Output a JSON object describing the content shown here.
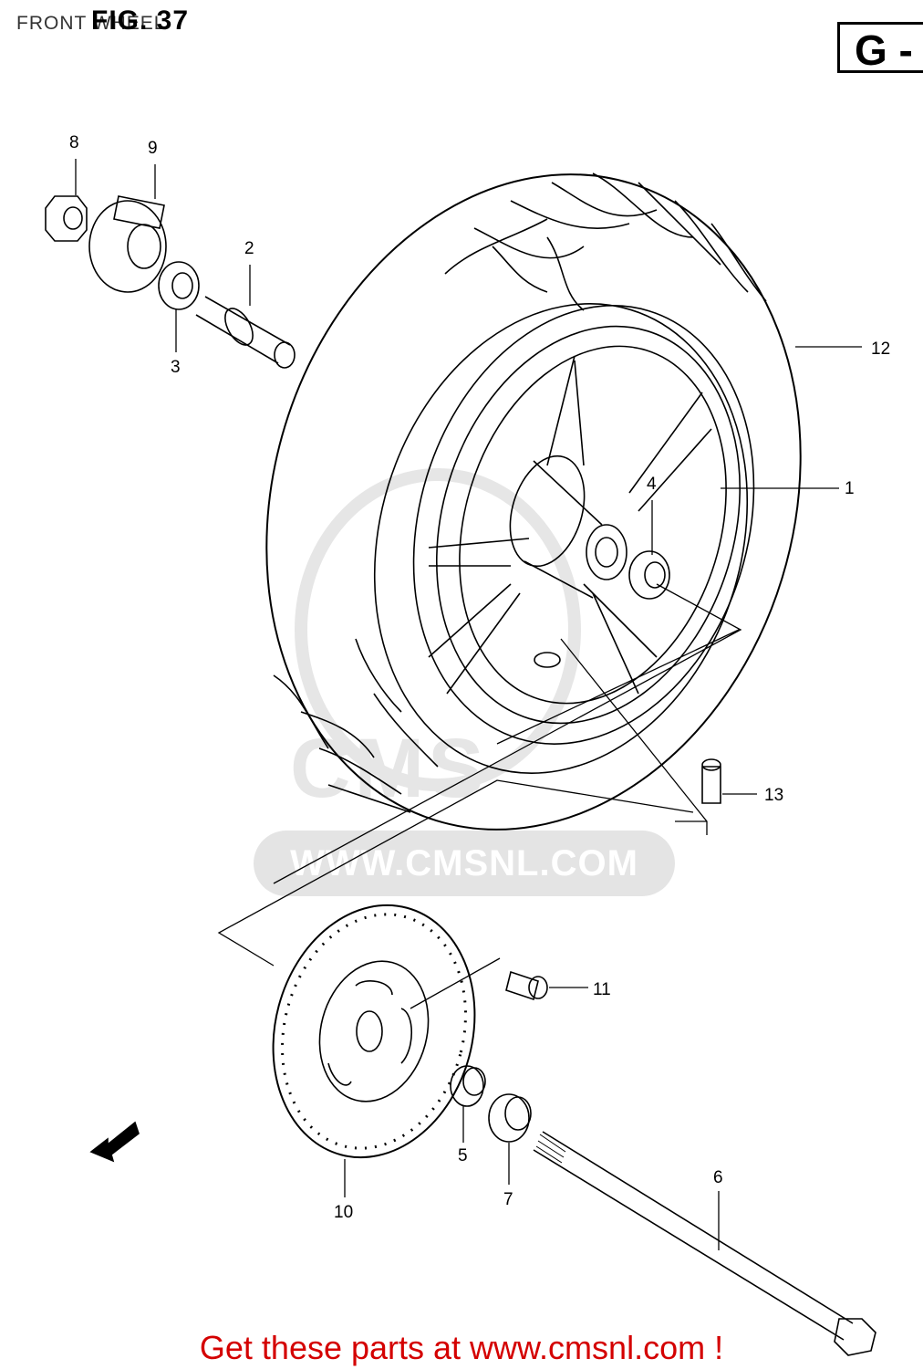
{
  "header": {
    "title": "FRONT WHEEL",
    "figure": "FIG. 37",
    "section": "G -"
  },
  "watermark": {
    "logo": "CMS",
    "url": "WWW.CMSNL.COM"
  },
  "parts": [
    {
      "label": "1"
    },
    {
      "label": "2"
    },
    {
      "label": "3"
    },
    {
      "label": "4"
    },
    {
      "label": "5"
    },
    {
      "label": "6"
    },
    {
      "label": "7"
    },
    {
      "label": "8"
    },
    {
      "label": "9"
    },
    {
      "label": "10"
    },
    {
      "label": "11"
    },
    {
      "label": "12"
    },
    {
      "label": "13"
    }
  ],
  "footer": {
    "text": "Get these parts at www.cmsnl.com !",
    "color": "#d40000"
  }
}
